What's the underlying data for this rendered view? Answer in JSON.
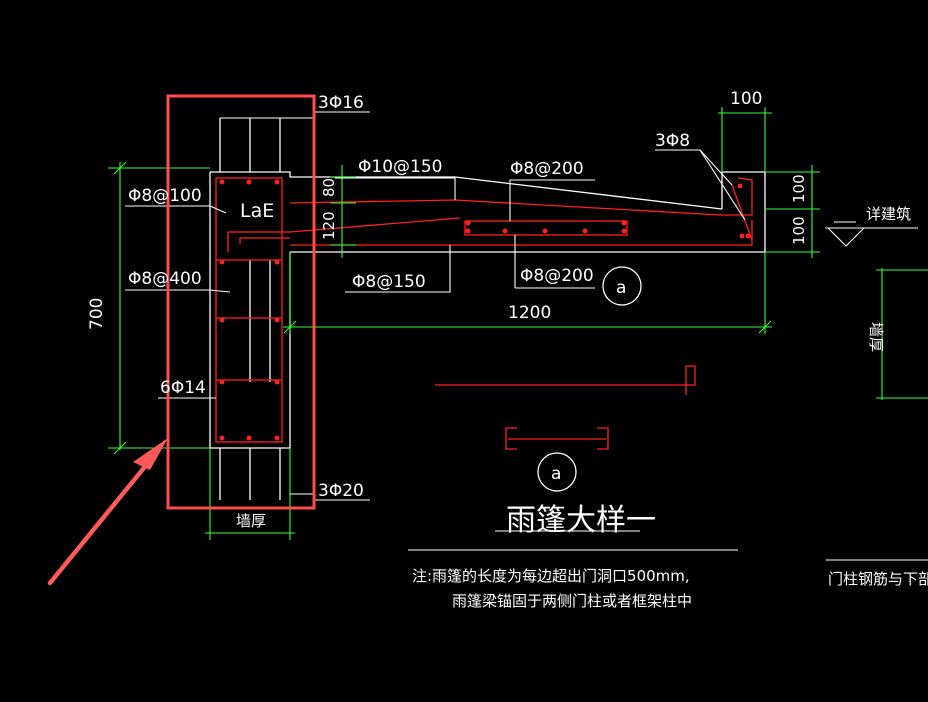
{
  "colors": {
    "background": "#000000",
    "outline": "#ffffff",
    "rebar": "#ff2020",
    "dimension": "#33ff33",
    "leader": "#ffffff",
    "highlight_box": "#ff4d4d",
    "arrow": "#ff5a5a"
  },
  "labels": {
    "top_bars": "3Φ16",
    "hoop_top": "Φ8@100",
    "hoop_mid": "Φ8@400",
    "side_bars": "6Φ14",
    "bottom_bars": "3Φ20",
    "anchorage": "LaE",
    "canopy_top_bar": "Φ10@150",
    "canopy_dist_top": "Φ8@200",
    "canopy_bottom_bar": "Φ8@150",
    "canopy_dist_bottom": "Φ8@200",
    "edge_bars": "3Φ8",
    "section_mark": "a",
    "section_mark_2": "a",
    "wall_thickness": "墙厚",
    "architecture_ref": "详建筑",
    "right_partial": "门柱钢筋与下部基",
    "right_vertical": "墙厚"
  },
  "dimensions": {
    "height": "700",
    "beam_top": "80",
    "beam_mid": "120",
    "edge_width": "100",
    "edge_top": "100",
    "edge_bottom": "100",
    "canopy_length": "1200"
  },
  "title": "雨篷大样一",
  "notes": {
    "line1": "注:雨篷的长度为每边超出门洞口500mm,",
    "line2": "雨篷梁锚固于两侧门柱或者框架柱中"
  }
}
